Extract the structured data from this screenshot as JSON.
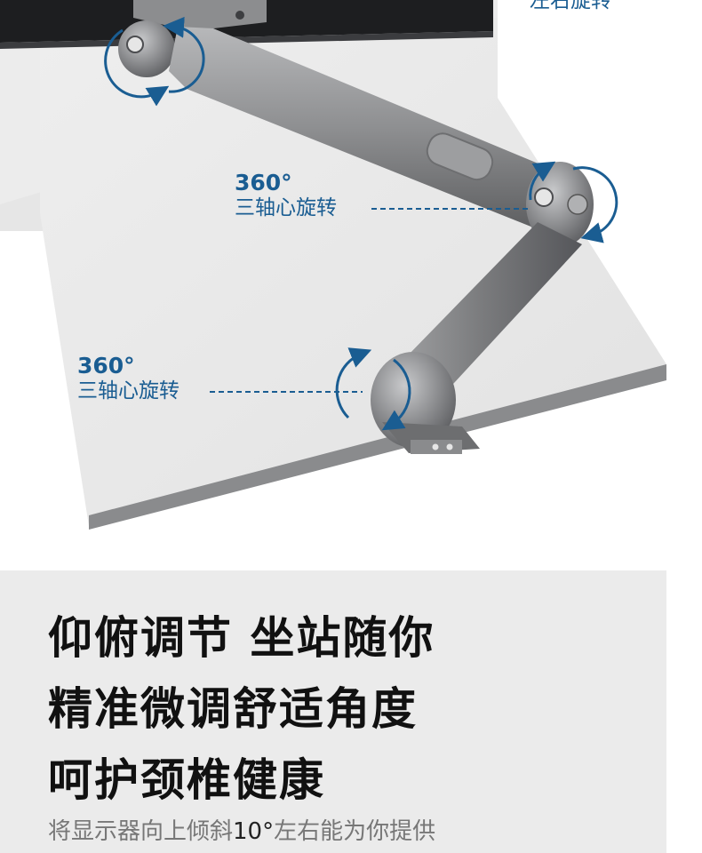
{
  "annotations": {
    "top_right": "左右旋转",
    "joint_middle": {
      "degree": "360°",
      "label": "三轴心旋转"
    },
    "joint_base": {
      "degree": "360°",
      "label": "三轴心旋转"
    }
  },
  "headlines": {
    "line1": "仰俯调节  坐站随你",
    "line2": "精准微调舒适角度",
    "line3": "呵护颈椎健康"
  },
  "subtitle": {
    "prefix": "将显示器向上倾斜",
    "number": "10°",
    "suffix": "左右能为你提供"
  },
  "colors": {
    "accent_blue": "#1a5d92",
    "arm_gray": "#8a8b8d",
    "panel_bg": "#ebebeb"
  }
}
